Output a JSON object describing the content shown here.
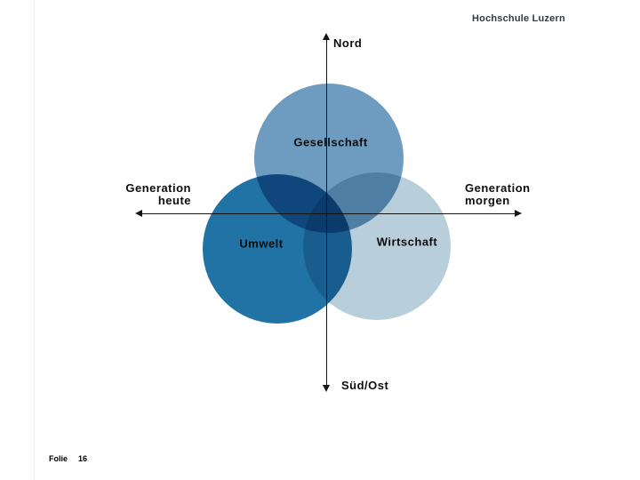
{
  "slide": {
    "logo_text": "Hochschule Luzern",
    "footer": {
      "label": "Folie",
      "page_number": "16"
    }
  },
  "diagram": {
    "axis_color": "#141414",
    "axes": {
      "north_label": "Nord",
      "south_label": "Süd/Ost",
      "west_label_line1": "Generation",
      "west_label_line2": "heute",
      "east_label_line1": "Generation",
      "east_label_line2": "morgen"
    },
    "circles": [
      {
        "id": "gesellschaft",
        "label": "Gesellschaft",
        "color": "#6d9cc0"
      },
      {
        "id": "umwelt",
        "label": "Umwelt",
        "color": "#2273a5"
      },
      {
        "id": "wirtschaft",
        "label": "Wirtschaft",
        "color": "#b9cedb"
      }
    ]
  }
}
